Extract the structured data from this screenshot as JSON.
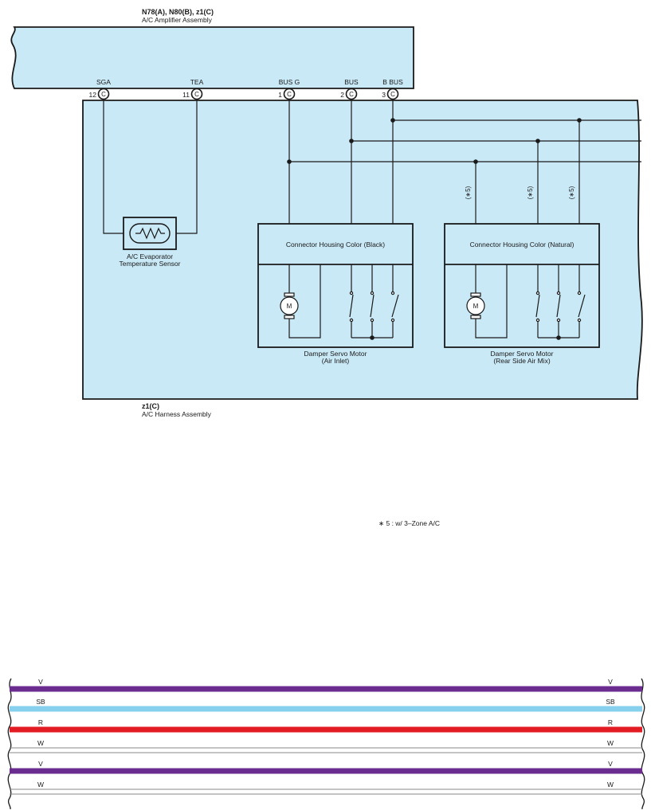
{
  "amplifier": {
    "codes": "N78(A), N80(B), z1(C)",
    "name": "A/C Amplifier Assembly"
  },
  "harness": {
    "code": "z1(C)",
    "name": "A/C Harness Assembly"
  },
  "pins": [
    {
      "name": "SGA",
      "number": "12",
      "connector": "C"
    },
    {
      "name": "TEA",
      "number": "11",
      "connector": "C"
    },
    {
      "name": "BUS G",
      "number": "1",
      "connector": "C"
    },
    {
      "name": "BUS",
      "number": "2",
      "connector": "C"
    },
    {
      "name": "B BUS",
      "number": "3",
      "connector": "C"
    }
  ],
  "sensor": {
    "line1": "A/C Evaporator",
    "line2": "Temperature Sensor"
  },
  "motor_symbol": "M",
  "motor_air_inlet": {
    "housing": "Connector Housing Color (Black)",
    "line1": "Damper Servo Motor",
    "line2": "(Air Inlet)"
  },
  "motor_rear_mix": {
    "housing": "Connector Housing Color (Natural)",
    "line1": "Damper Servo Motor",
    "line2": "(Rear Side Air Mix)"
  },
  "note_marker": "(∗5)",
  "footnote": "∗ 5 : w/ 3–Zone A/C",
  "wires": [
    {
      "label": "V",
      "color": "#6a2c8e"
    },
    {
      "label": "SB",
      "color": "#86d0ee"
    },
    {
      "label": "R",
      "color": "#e31b23"
    },
    {
      "label": "W",
      "color": "#ffffff"
    },
    {
      "label": "V",
      "color": "#6a2c8e"
    },
    {
      "label": "W",
      "color": "#ffffff"
    }
  ],
  "colors": {
    "panel_fill": "#c9e9f6",
    "line": "#1a1a1a"
  }
}
